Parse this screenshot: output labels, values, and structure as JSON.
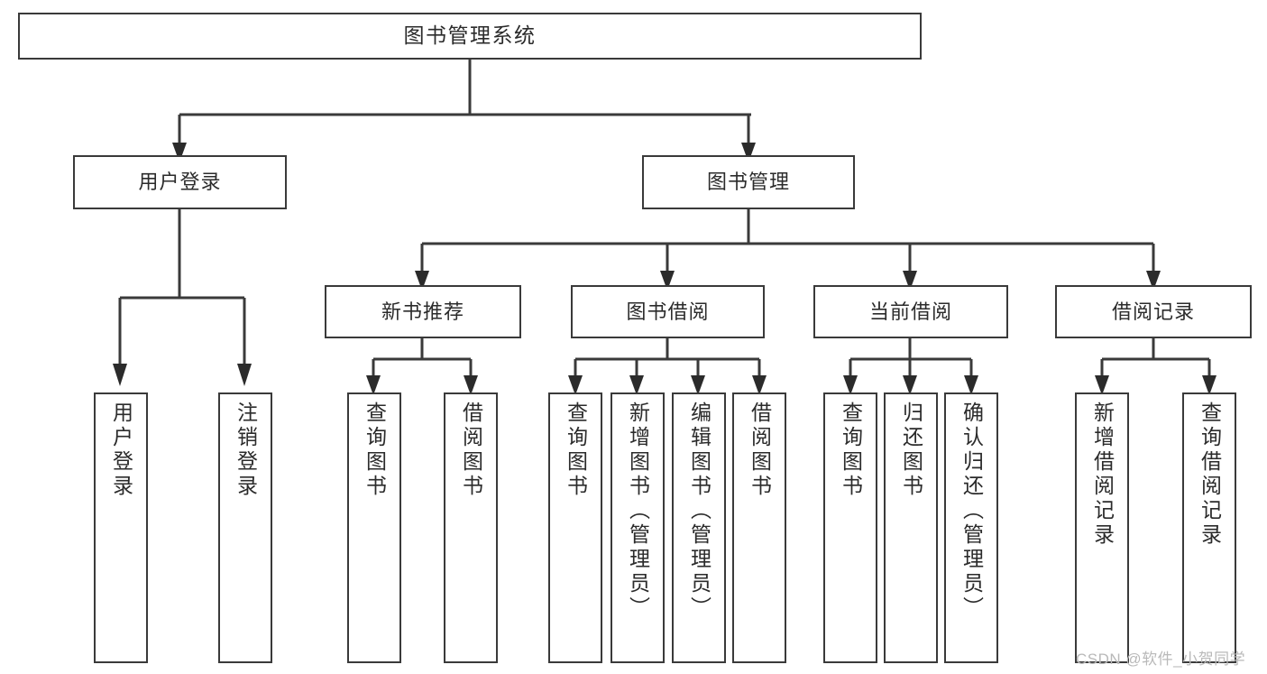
{
  "diagram": {
    "type": "tree",
    "title": "图书管理系统",
    "root": {
      "label": "图书管理系统"
    },
    "level2": [
      {
        "label": "用户登录"
      },
      {
        "label": "图书管理"
      }
    ],
    "level3": [
      {
        "label": "新书推荐"
      },
      {
        "label": "图书借阅"
      },
      {
        "label": "当前借阅"
      },
      {
        "label": "借阅记录"
      }
    ],
    "leaves": {
      "user_login": [
        {
          "label": "用户登录"
        },
        {
          "label": "注销登录"
        }
      ],
      "new_book_recommend": [
        {
          "label": "查询图书"
        },
        {
          "label": "借阅图书"
        }
      ],
      "book_borrow": [
        {
          "label": "查询图书"
        },
        {
          "label": "新增图书（管理员）"
        },
        {
          "label": "编辑图书（管理员）"
        },
        {
          "label": "借阅图书"
        }
      ],
      "current_borrow": [
        {
          "label": "查询图书"
        },
        {
          "label": "归还图书"
        },
        {
          "label": "确认归还（管理员）"
        }
      ],
      "borrow_record": [
        {
          "label": "新增借阅记录"
        },
        {
          "label": "查询借阅记录"
        }
      ]
    }
  },
  "watermark": {
    "text": "CSDN @软件_小贺同学"
  },
  "colors": {
    "stroke": "#3a3a3a",
    "text": "#2b2b2b",
    "background": "#ffffff",
    "watermark": "#b9b9b9"
  }
}
